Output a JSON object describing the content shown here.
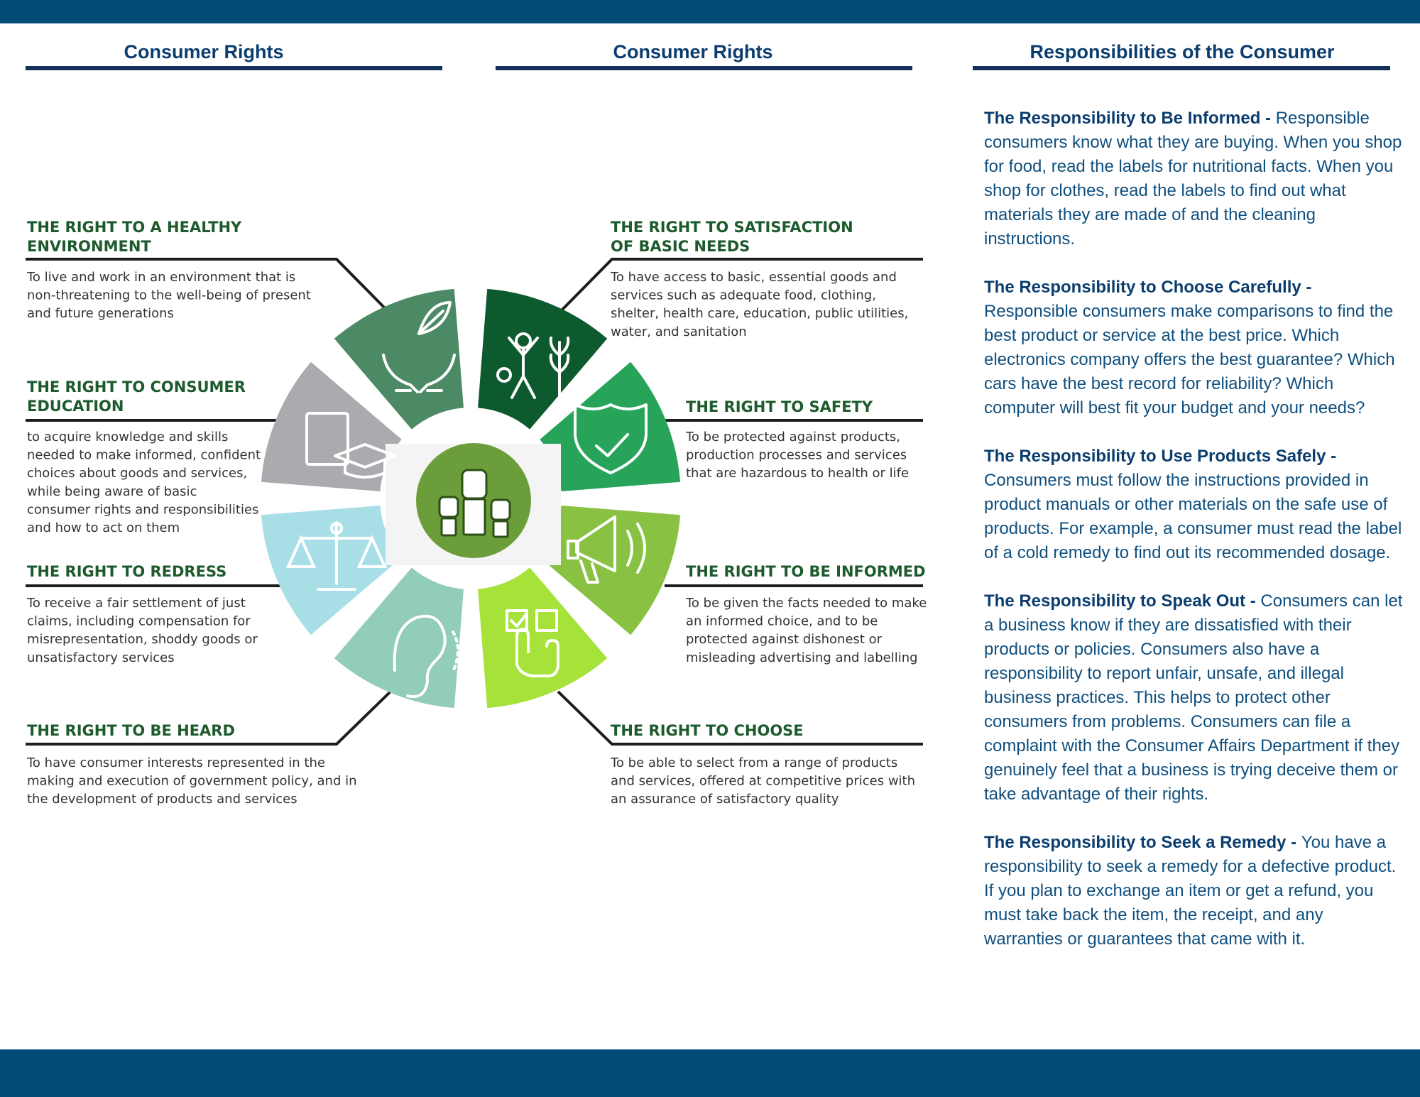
{
  "headings": {
    "left": "Consumer Rights",
    "middle": "Consumer Rights",
    "right": "Responsibilities of the Consumer"
  },
  "rights": [
    {
      "id": "healthy-environment",
      "title": [
        "THE RIGHT TO A HEALTHY",
        "ENVIRONMENT"
      ],
      "description": [
        "To live and work in an environment that is",
        "non-threatening to the well-being of present",
        "and future generations"
      ],
      "icon": "hands-leaf-icon"
    },
    {
      "id": "consumer-education",
      "title": [
        "THE RIGHT TO CONSUMER",
        "EDUCATION"
      ],
      "description": [
        "to acquire knowledge and skills",
        "needed to make informed, confident",
        "choices about goods and services,",
        "while being aware of basic",
        "consumer rights and responsibilities",
        "and how to act on them"
      ],
      "icon": "graduation-cap-book-icon"
    },
    {
      "id": "redress",
      "title": [
        "THE RIGHT TO REDRESS"
      ],
      "description": [
        "To receive a fair settlement of just",
        "claims, including compensation for",
        "misrepresentation, shoddy goods or",
        "unsatisfactory services"
      ],
      "icon": "scales-icon"
    },
    {
      "id": "be-heard",
      "title": [
        "THE RIGHT TO BE HEARD"
      ],
      "description": [
        "To have consumer interests represented in the",
        "making and execution of government policy, and in",
        "the development of products and services"
      ],
      "icon": "ear-icon"
    },
    {
      "id": "basic-needs",
      "title": [
        "THE RIGHT TO SATISFACTION",
        "OF BASIC NEEDS"
      ],
      "description": [
        "To have access to basic, essential goods and",
        "services such as adequate food, clothing,",
        "shelter, health care, education, public utilities,",
        "water, and sanitation"
      ],
      "icon": "person-plant-icon"
    },
    {
      "id": "safety",
      "title": [
        "THE RIGHT TO SAFETY"
      ],
      "description": [
        "To be protected against products,",
        "production processes and services",
        "that are hazardous to health or life"
      ],
      "icon": "shield-check-icon"
    },
    {
      "id": "be-informed",
      "title": [
        "THE RIGHT TO BE INFORMED"
      ],
      "description": [
        "To be given the facts needed to make",
        "an informed choice, and to be",
        "protected against dishonest or",
        "misleading advertising and labelling"
      ],
      "icon": "megaphone-icon"
    },
    {
      "id": "choose",
      "title": [
        "THE RIGHT TO CHOOSE"
      ],
      "description": [
        "To be able to select from a range of products",
        "and services, offered at competitive prices with",
        "an assurance of satisfactory quality"
      ],
      "icon": "hand-checkbox-icon"
    }
  ],
  "center_icon": "raised-fists-icon",
  "colors": {
    "navy": "#004a76",
    "heading_text": "#0b3d6e",
    "title_green": "#1d5a2c",
    "body_text": "#0f4f7e",
    "wedges": [
      "#4b8a64",
      "#a9abae",
      "#a8dfe7",
      "#92cdb8",
      "#0e5a2f",
      "#27a45a",
      "#89c143",
      "#a6e23a"
    ],
    "center_badge": "#6b9e3a"
  },
  "responsibilities": [
    {
      "title": "The Responsibility to Be Informed - ",
      "body": "Responsible consumers know what they are buying. When you shop for food, read the labels for nutritional facts. When you shop for clothes, read the labels to find out what materials they are made of and the cleaning instructions."
    },
    {
      "title": "The Responsibility to Choose Carefully - ",
      "body": "Responsible consumers make comparisons to find the best product or service at the best price. Which electronics company offers the best guarantee? Which cars have the best record for reliability? Which computer will best fit your budget and your needs?"
    },
    {
      "title": "The Responsibility to Use Products Safely - ",
      "body": "Consumers must follow the instructions provided in product manuals or other materials on the safe use of products. For example, a consumer must read the label of a cold remedy to find out its recommended dosage."
    },
    {
      "title": "The Responsibility to Speak Out - ",
      "body": "Consumers can let a business know if they are dissatisfied with their products or policies. Consumers also have a responsibility to report unfair, unsafe, and illegal business practices. This helps to protect other consumers from problems. Consumers can file a complaint with the Consumer Affairs Department if they genuinely feel that a business is trying deceive them or take advantage of their rights."
    },
    {
      "title": "The Responsibility to Seek a Remedy - ",
      "body": "You have a responsibility to seek a remedy for a defective product. If you plan to exchange an item or get a refund, you must take back the item, the receipt, and any warranties or guarantees that came with it."
    }
  ]
}
